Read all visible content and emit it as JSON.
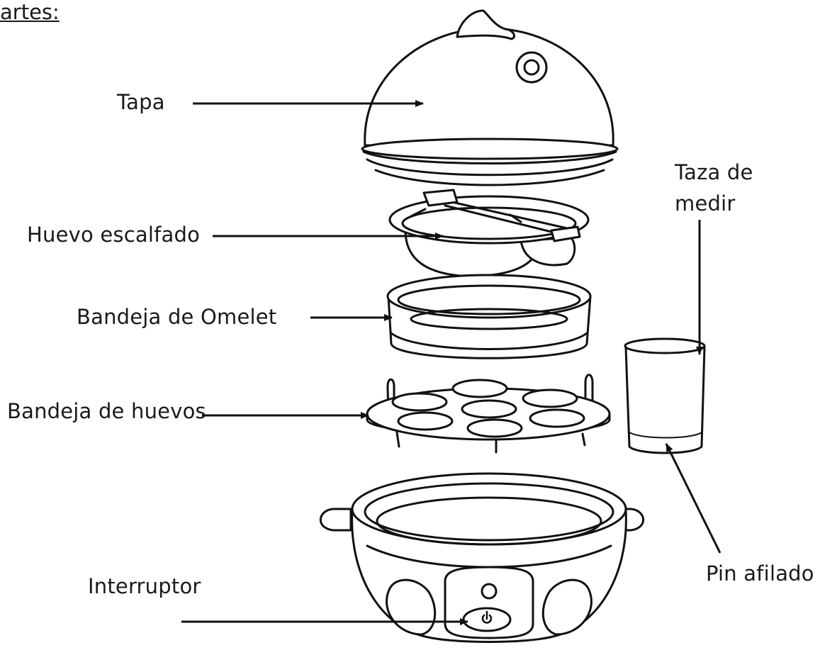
{
  "heading": "artes:",
  "labels": {
    "tapa": "Tapa",
    "huevo_escalfado": "Huevo escalfado",
    "bandeja_omelet": "Bandeja de Omelet",
    "bandeja_huevos": "Bandeja de huevos",
    "interruptor": "Interruptor",
    "taza_line1": "Taza de",
    "taza_line2": "medir",
    "pin_afilado": "Pin afilado"
  }
}
